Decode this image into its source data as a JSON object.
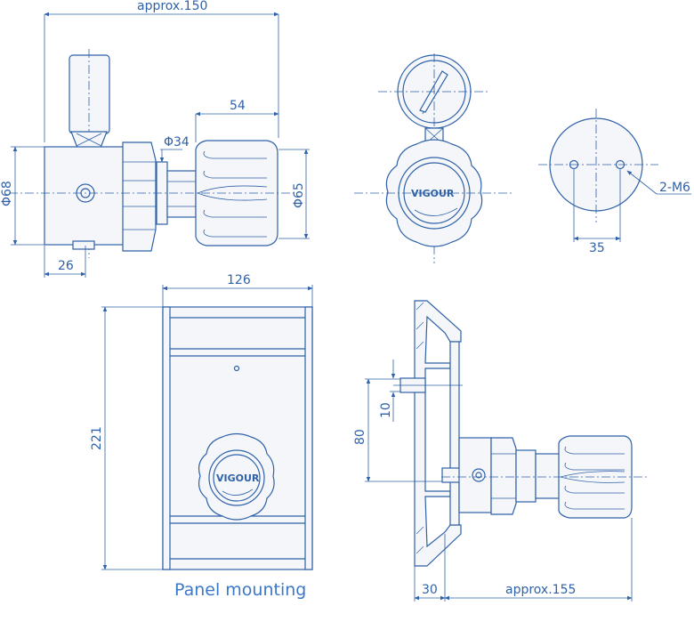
{
  "dims": {
    "overall_length": "approx.150",
    "knob_length": "54",
    "thread_dia": "Φ34",
    "body_dia": "Φ68",
    "knob_dia": "Φ65",
    "port_offset": "26",
    "hole_spacing": "35",
    "holes": "2-M6",
    "panel_width": "126",
    "panel_height": "221",
    "cutout_height": "80",
    "cutout_small": "10",
    "panel_depth": "30",
    "projection": "approx.155"
  },
  "brand": {
    "knob_label": "VIGOUR"
  },
  "captions": {
    "panel_view": "Panel mounting"
  },
  "colors": {
    "line": "#2f62a8",
    "caption": "#3a78c8"
  }
}
